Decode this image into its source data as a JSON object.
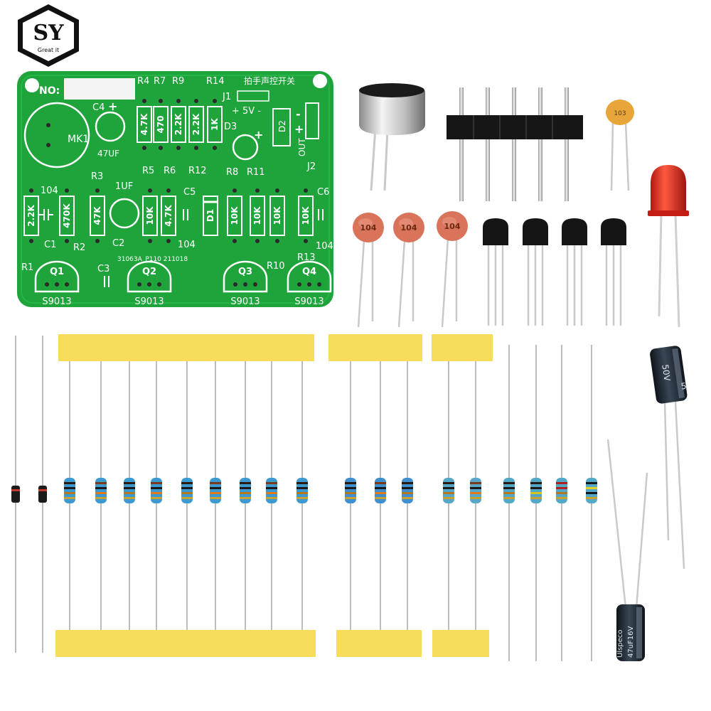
{
  "logo": {
    "text": "SY",
    "tagline": "Great it"
  },
  "board": {
    "no_label": "NO:",
    "title_cn": "拍手声控开关",
    "code": "31063A_P110  211018",
    "power": "+ 5V -",
    "out": "OUT",
    "out_plus": "+",
    "out_minus": "-",
    "labels": {
      "R4": "R4",
      "R7": "R7",
      "R9": "R9",
      "R14": "R14",
      "J1": "J1",
      "J2": "J2",
      "C4": "C4",
      "C4pol": "+",
      "MK1": "MK1",
      "C47": "47UF",
      "D3": "D3",
      "D2": "D2",
      "R5": "R5",
      "R6": "R6",
      "R12": "R12",
      "R8": "R8",
      "R11": "R11",
      "R3": "R3",
      "C2val": "1UF",
      "C5": "C5",
      "C6": "C6",
      "v104a": "104",
      "v104b": "104",
      "v104c": "104",
      "C1": "C1",
      "R2": "R2",
      "C2": "C2",
      "R1": "R1",
      "C3": "C3",
      "R10": "R10",
      "R13": "R13",
      "Q1": "Q1",
      "Q2": "Q2",
      "Q3": "Q3",
      "Q4": "Q4",
      "S1": "S9013",
      "S2": "S9013",
      "S3": "S9013",
      "S4": "S9013",
      "D1": "D1"
    },
    "resistors": [
      {
        "name": "r-4k7-top",
        "value": "4.7K"
      },
      {
        "name": "r-470-top",
        "value": "470"
      },
      {
        "name": "r-2k2-top",
        "value": "2.2K"
      },
      {
        "name": "r-2k2-top-b",
        "value": "2.2K"
      },
      {
        "name": "r-1k-top",
        "value": "1K"
      },
      {
        "name": "r-2k2-left",
        "value": "2.2K"
      },
      {
        "name": "r-470k-left",
        "value": "470K"
      },
      {
        "name": "r-47k",
        "value": "47K"
      },
      {
        "name": "r-10k-a",
        "value": "10K"
      },
      {
        "name": "r-4k7-b",
        "value": "4.7K"
      },
      {
        "name": "r-10k-b",
        "value": "10K"
      },
      {
        "name": "r-10k-c",
        "value": "10K"
      },
      {
        "name": "r-10k-d",
        "value": "10K"
      },
      {
        "name": "r-10k-e",
        "value": "10K"
      }
    ]
  },
  "parts": {
    "ceramic_cap": "104",
    "small_cap": "103",
    "elec_cap_50v": "50V",
    "elec_cap_50v_mark": "5",
    "elec_cap_47uf": "47uF16V",
    "elec_cap_brand": "Ulspeco"
  },
  "colors": {
    "pcb": "#1fa33b",
    "pcb_dark": "#178a2f",
    "tape": "#f7dc5c",
    "ceramic": "#d9735a",
    "led": "#e0281c",
    "resistor": "#3d9ad1",
    "elec_cap": "#1d2530"
  }
}
